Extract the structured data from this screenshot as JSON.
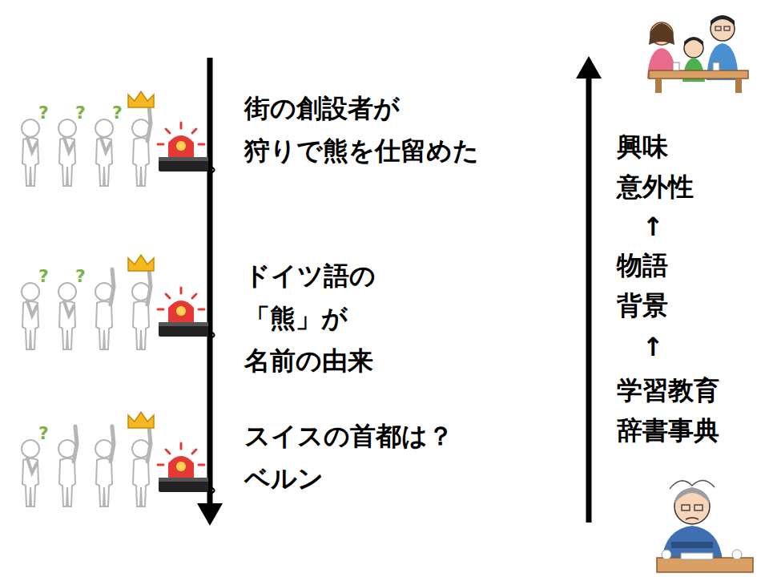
{
  "diagram": {
    "labels": [
      "?",
      "?",
      "?",
      "街の創設者が 狩りで熊を仕留めた",
      "?",
      "?",
      "ドイツ語の「熊」が 名前の由来",
      "?",
      "スイスの首都は？ ベルン",
      "興味 意外性",
      "↑",
      "物語 背景",
      "↑",
      "学習教育 辞書事典"
    ]
  }
}
